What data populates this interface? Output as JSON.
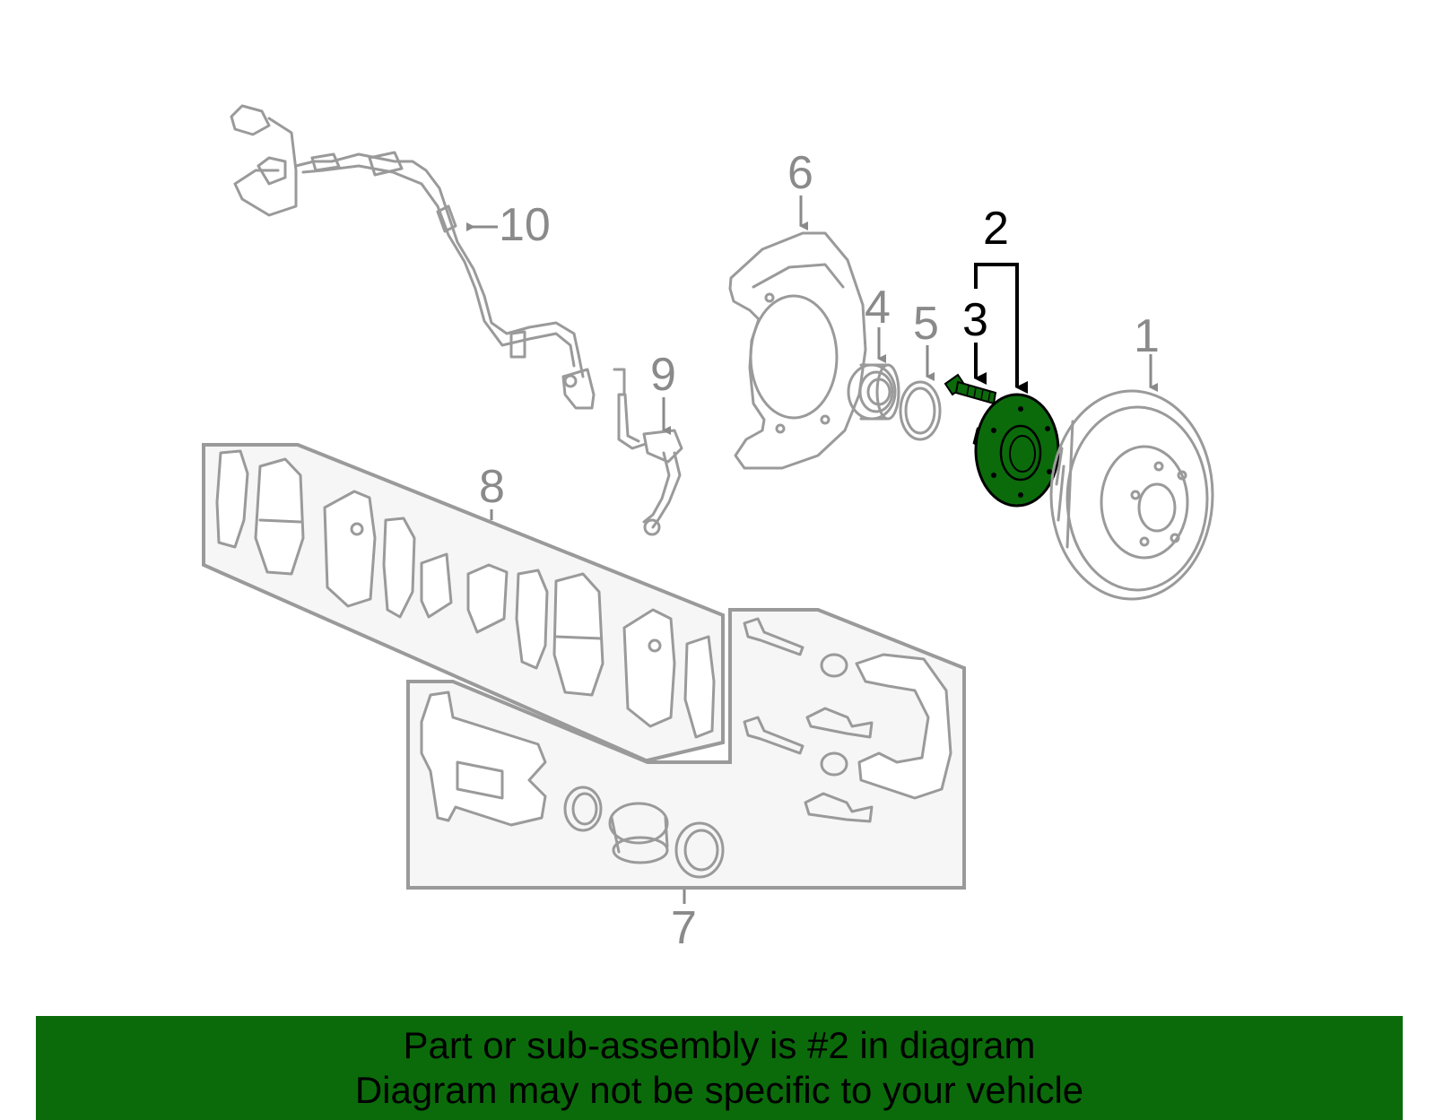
{
  "diagram": {
    "callouts": {
      "n1": "1",
      "n2": "2",
      "n3": "3",
      "n4": "4",
      "n5": "5",
      "n6": "6",
      "n7": "7",
      "n8": "8",
      "n9": "9",
      "n10": "10"
    },
    "highlighted_part": "2",
    "colors": {
      "highlight": "#0b6b0b",
      "line_art": "#9a9a9a",
      "banner": "#0b6b0b"
    }
  },
  "banner": {
    "line1": "Part or sub-assembly is #2 in diagram",
    "line2": "Diagram may not be specific to your vehicle"
  }
}
